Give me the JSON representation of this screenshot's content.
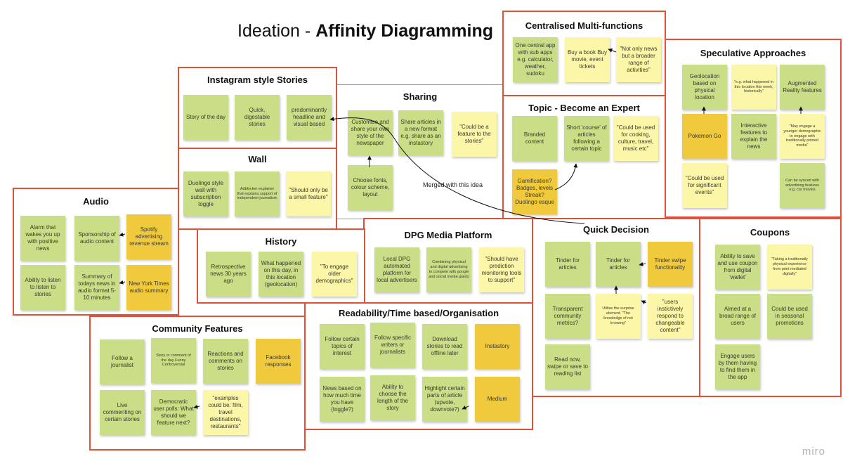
{
  "title": {
    "prefix": "Ideation - ",
    "bold": "Affinity Diagramming"
  },
  "watermark": "miro",
  "merge_label": "Merged with this idea",
  "colors": {
    "frame": "#e0503a",
    "green": "#c9de86",
    "yellow": "#fbf6a8",
    "orange": "#f0c93d"
  },
  "clusters": {
    "centralised": {
      "title": "Centralised Multi-functions",
      "notes": [
        "One central app with sub apps e.g. calculator, weather, sudoku",
        "Buy a book Buy movie, event tickets",
        "\"Not only news but a broader range of activities\""
      ]
    },
    "speculative": {
      "title": "Speculative Approaches",
      "notes": [
        "Geolocation based on physical location",
        "\"e.g. what happened in this location this week, historically\"",
        "Augmented Reality features",
        "Pokemon Go",
        "Interactive features to explain the news",
        "\"May engage a younger demographic to engage with traditionally printed media\"",
        "\"Could be used for significant events\"",
        "Can be synced with advertising features e.g. car movies"
      ]
    },
    "instagram": {
      "title": "Instagram style Stories",
      "notes": [
        "Story of the day",
        "Quick, digestable stories",
        "predominantly headline and visual based"
      ]
    },
    "sharing": {
      "title": "Sharing",
      "notes": [
        "Customise and share your own style of the newspaper",
        "Share articles in a new format e.g. share as an instastory",
        "\"Could be a feature to the stories\"",
        "Choose fonts, colour scheme, layout"
      ]
    },
    "topic": {
      "title": "Topic  - Become an Expert",
      "notes": [
        "Branded content",
        "Short 'course' of articles following a certain topic",
        "\"Could be used for cooking, culture, travel, music etc\"",
        "Gamification? Badges, levels Streak? Duolingo esque"
      ]
    },
    "wall": {
      "title": "Wall",
      "notes": [
        "Duolingo style wall with subscription toggle",
        "Adblocker explainer that explains support of independent journalism",
        "\"Should only be a small feature\""
      ]
    },
    "audio": {
      "title": "Audio",
      "notes": [
        "Alarm that wakes you up with positive news",
        "Sponsorship of audio content",
        "Spotify advertising revenue stream",
        "Ability to listen to listen to stories",
        "Summary of todays news in audio format 5-10 minutes",
        "New York Times audio summary"
      ]
    },
    "history": {
      "title": "History",
      "notes": [
        "Retrospective news 30 years ago",
        "What happened on this day, in this location (geolocation)",
        "\"To engage older demographics\""
      ]
    },
    "dpg": {
      "title": "DPG Media Platform",
      "notes": [
        "Local DPG automated platform for local advertisers",
        "Combining physical and digital advertising to compete with google and social media giants",
        "\"Should have prediction monitoring tools to support\""
      ]
    },
    "quick": {
      "title": "Quick Decision",
      "notes": [
        "Tinder for articles",
        "Tinder for articles",
        "Tinder swipe functionality",
        "Transparent community metrics?",
        "Utilise the surprise element. \"The knowledge of not knowing\"",
        "\"users instictively respond to changeable content\"",
        "Read now, swipe or save to reading list"
      ]
    },
    "coupons": {
      "title": "Coupons",
      "notes": [
        "Ability to save and use coupon from digital 'wallet'",
        "\"Taking a traditionally physical experience from print mediated digitally\"",
        "Aimed at a broad range of users",
        "Could be used in seasonal promotions",
        "Engage users by them having to find them in the app"
      ]
    },
    "community": {
      "title": "Community Features",
      "notes": [
        "Follow a journalist",
        "Story or comment of the day Funny Controversial",
        "Reactions and comments on stories",
        "Facebook responses",
        "Live commenting on certain stories",
        "Democratic user polls: What should we feature next?",
        "\"examples could be: film, travel destinations, restaurants\""
      ]
    },
    "readability": {
      "title": "Readability/Time based/Organisation",
      "notes": [
        "Follow certain topics of interest",
        "Follow specific writers or journalists",
        "Download stories to read offline later",
        "Instastory",
        "News based on how much time you have (toggle?)",
        "Ability to choose the length of the story",
        "Highlight certain parts of article (upvote, downvote?)",
        "Medium"
      ]
    }
  }
}
